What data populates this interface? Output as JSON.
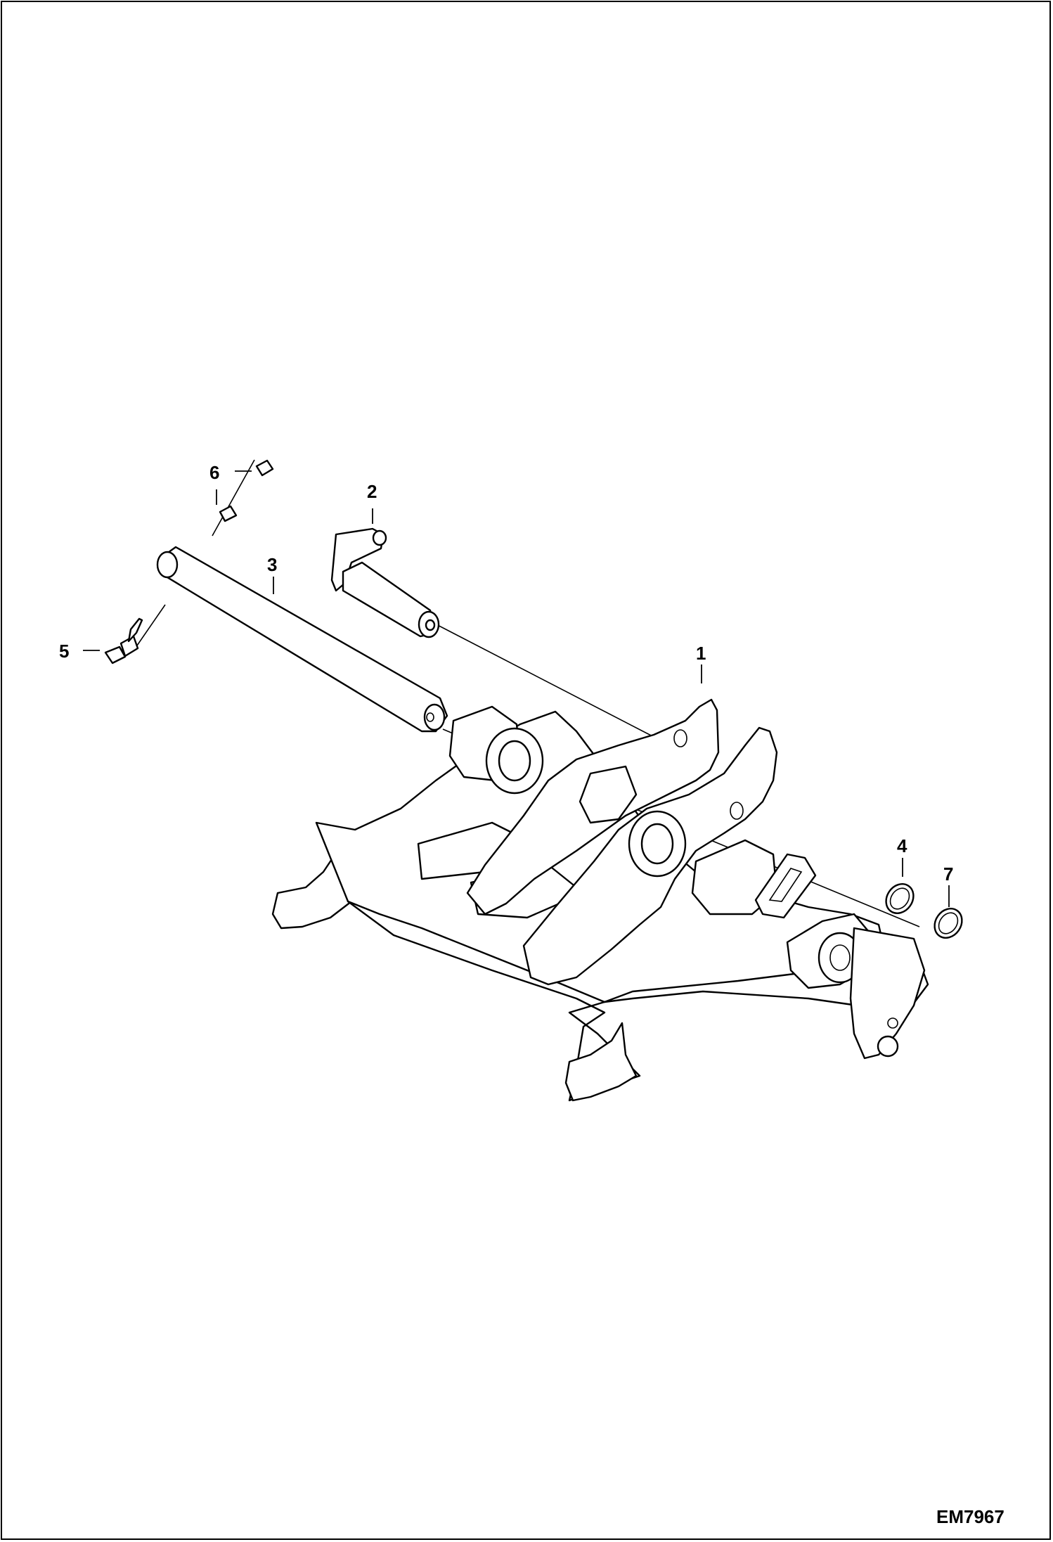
{
  "callouts": {
    "c1": "1",
    "c2": "2",
    "c3": "3",
    "c4": "4",
    "c5": "5",
    "c6": "6",
    "c7": "7"
  },
  "drawing_code": "EM7967"
}
